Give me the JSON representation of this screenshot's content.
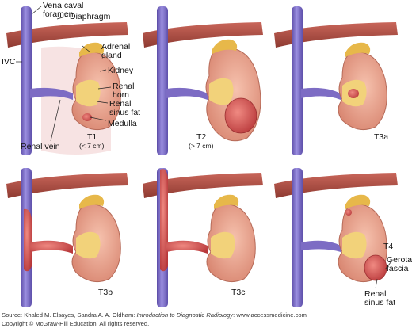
{
  "labels": {
    "vena_caval_foramen_1": "Vena caval",
    "vena_caval_foramen_2": "foramen",
    "diaphragm": "Diaphragm",
    "ivc": "IVC",
    "adrenal_1": "Adrenal",
    "adrenal_2": "gland",
    "kidney": "Kidney",
    "renal_horn_1": "Renal",
    "renal_horn_2": "horn",
    "renal_sinus_fat_1": "Renal",
    "renal_sinus_fat_2": "sinus fat",
    "medulla": "Medulla",
    "renal_vein": "Renal vein",
    "gerota_1": "Gerota",
    "gerota_2": "fascia",
    "renal_sinus_fat_b1": "Renal",
    "renal_sinus_fat_b2": "sinus fat"
  },
  "stages": {
    "t1": "T1",
    "t1_sub": "(< 7 cm)",
    "t2": "T2",
    "t2_sub": "(> 7 cm)",
    "t3a": "T3a",
    "t3b": "T3b",
    "t3c": "T3c",
    "t4": "T4"
  },
  "credit": {
    "line1_prefix": "Source: Khaled M. Elsayes, Sandra A. A. Oldham: ",
    "line1_title": "Introduction to Diagnostic Radiology",
    "line1_suffix": ": www.accessmedicine.com",
    "line2": "Copyright © McGraw-Hill Education. All rights reserved."
  },
  "colors": {
    "ivc": "#7d6cc4",
    "diaphragm": "#b14a3e",
    "kidney": "#e7a18b",
    "sinus_fat": "#f2d27a",
    "adrenal": "#e7b84a",
    "tumor": "#d9595a"
  }
}
